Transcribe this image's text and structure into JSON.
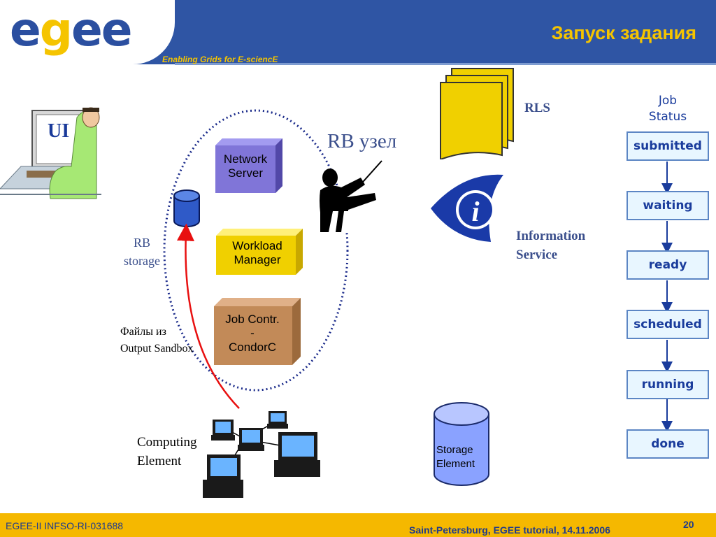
{
  "header": {
    "logo_parts": [
      "e",
      "g",
      "ee"
    ],
    "tagline": "Enabling Grids for E-sciencE",
    "title": "Запуск задания"
  },
  "diagram": {
    "ui_label": "UI",
    "rb_node_label": "RB узел",
    "rb_storage_label": [
      "RB",
      "storage"
    ],
    "output_sandbox_label": [
      "Файлы из",
      "Output Sandbox"
    ],
    "computing_element_label": [
      "Computing",
      "Element"
    ],
    "components": {
      "network_server": [
        "Network",
        "Server"
      ],
      "workload_manager": [
        "Workload",
        "Manager"
      ],
      "job_controller": [
        "Job Contr.",
        "-",
        "CondorC"
      ]
    },
    "rls_label": "RLS",
    "information_service_label": [
      "Information",
      "Service"
    ],
    "storage_element_label": [
      "Storage",
      "Element"
    ]
  },
  "job_status": {
    "heading": [
      "Job",
      "Status"
    ],
    "states": [
      "submitted",
      "waiting",
      "ready",
      "scheduled",
      "running",
      "done"
    ]
  },
  "footer": {
    "left": "EGEE-II INFSO-RI-031688",
    "right": "Saint-Petersburg, EGEE tutorial, 14.11.2006",
    "page": "20"
  },
  "colors": {
    "header_blue": "#2f55a4",
    "accent_yellow": "#f5c400",
    "footer_yellow": "#f5b800",
    "network_server_purple": "#8075d8",
    "workload_manager_yellow": "#f0d000",
    "job_controller_brown": "#c28a58",
    "status_border": "#5c86c4"
  }
}
